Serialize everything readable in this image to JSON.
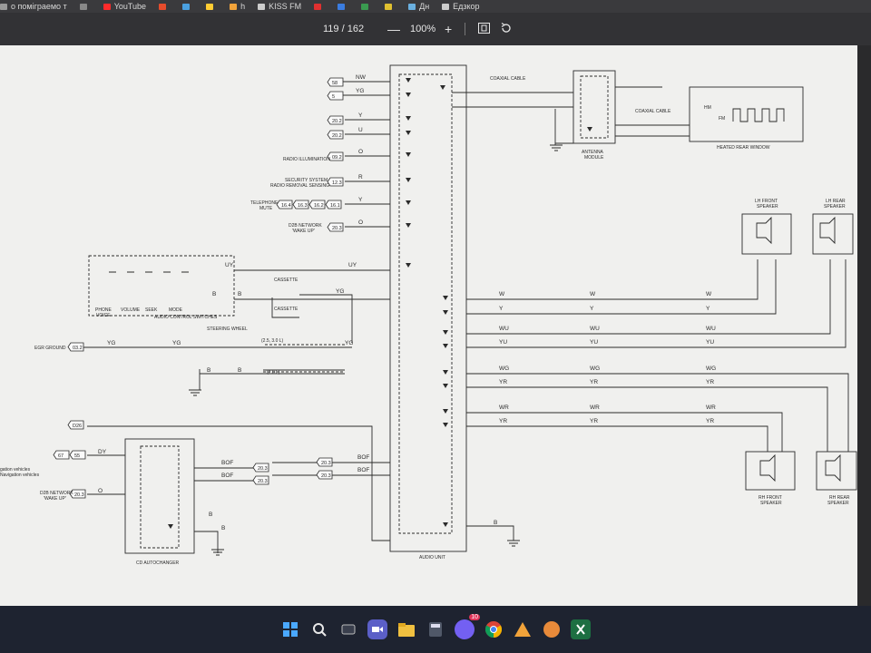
{
  "bookmarks": [
    {
      "label": "о поміграемо т",
      "color": "#9a9a9a"
    },
    {
      "label": "",
      "color": "#888888"
    },
    {
      "label": "YouTube",
      "color": "#ff2b2b"
    },
    {
      "label": "",
      "color": "#e64c2c"
    },
    {
      "label": "",
      "color": "#4aa0e0"
    },
    {
      "label": "",
      "color": "#ffcc33"
    },
    {
      "label": "h",
      "color": "#f2a33a"
    },
    {
      "label": "KISS FM",
      "color": "#cccccc"
    },
    {
      "label": "",
      "color": "#e03030"
    },
    {
      "label": "",
      "color": "#3a7ce0"
    },
    {
      "label": "",
      "color": "#3a9a50"
    },
    {
      "label": "",
      "color": "#e0c030"
    },
    {
      "label": "Дн",
      "color": "#6ab0e0"
    },
    {
      "label": "Eдзкop",
      "color": "#cccccc"
    }
  ],
  "viewer": {
    "page_current": "119",
    "page_sep": "/",
    "page_total": "162",
    "zoom": "100%",
    "minus": "—",
    "plus": "+"
  },
  "schematic": {
    "tags": [
      {
        "id": "t1",
        "text": "58"
      },
      {
        "id": "t2",
        "text": "5"
      },
      {
        "id": "t3",
        "text": "20.2"
      },
      {
        "id": "t4",
        "text": "20.2"
      },
      {
        "id": "t5",
        "text": "09.2"
      },
      {
        "id": "t6",
        "text": "12.3"
      },
      {
        "id": "t7",
        "text": "16.4"
      },
      {
        "id": "t8",
        "text": "16.3"
      },
      {
        "id": "t9",
        "text": "16.2"
      },
      {
        "id": "t10",
        "text": "16.1"
      },
      {
        "id": "t11",
        "text": "20.3"
      },
      {
        "id": "t12",
        "text": "03.2"
      },
      {
        "id": "t13",
        "text": "D26"
      },
      {
        "id": "t14",
        "text": "67"
      },
      {
        "id": "t15",
        "text": "55"
      },
      {
        "id": "t16",
        "text": "20.3"
      },
      {
        "id": "t17",
        "text": "20.3"
      },
      {
        "id": "t18",
        "text": "20.3"
      },
      {
        "id": "t19",
        "text": "20.3"
      },
      {
        "id": "t20",
        "text": "20.3"
      }
    ],
    "wires": [
      {
        "id": "w1",
        "text": "NW"
      },
      {
        "id": "w2",
        "text": "YG"
      },
      {
        "id": "w3",
        "text": "Y"
      },
      {
        "id": "w4",
        "text": "U"
      },
      {
        "id": "w5",
        "text": "O"
      },
      {
        "id": "w6",
        "text": "R"
      },
      {
        "id": "w7",
        "text": "Y"
      },
      {
        "id": "w8",
        "text": "O"
      },
      {
        "id": "w9",
        "text": "UY"
      },
      {
        "id": "w10",
        "text": "UY"
      },
      {
        "id": "w11",
        "text": "B"
      },
      {
        "id": "w12",
        "text": "B"
      },
      {
        "id": "w13",
        "text": "YG"
      },
      {
        "id": "w14",
        "text": "YG"
      },
      {
        "id": "w15",
        "text": "YG"
      },
      {
        "id": "w16",
        "text": "B"
      },
      {
        "id": "w17",
        "text": "B"
      },
      {
        "id": "w18",
        "text": "YG"
      },
      {
        "id": "s1",
        "text": "W"
      },
      {
        "id": "s2",
        "text": "W"
      },
      {
        "id": "s3",
        "text": "W"
      },
      {
        "id": "s4",
        "text": "Y"
      },
      {
        "id": "s5",
        "text": "Y"
      },
      {
        "id": "s6",
        "text": "Y"
      },
      {
        "id": "s7",
        "text": "WU"
      },
      {
        "id": "s8",
        "text": "WU"
      },
      {
        "id": "s9",
        "text": "WU"
      },
      {
        "id": "s10",
        "text": "YU"
      },
      {
        "id": "s11",
        "text": "YU"
      },
      {
        "id": "s12",
        "text": "YU"
      },
      {
        "id": "s13",
        "text": "WG"
      },
      {
        "id": "s14",
        "text": "WG"
      },
      {
        "id": "s15",
        "text": "WG"
      },
      {
        "id": "s16",
        "text": "YR"
      },
      {
        "id": "s17",
        "text": "YR"
      },
      {
        "id": "s18",
        "text": "YR"
      },
      {
        "id": "s19",
        "text": "WR"
      },
      {
        "id": "s20",
        "text": "WR"
      },
      {
        "id": "s21",
        "text": "WR"
      },
      {
        "id": "s22",
        "text": "YR"
      },
      {
        "id": "s23",
        "text": "YR"
      },
      {
        "id": "s24",
        "text": "YR"
      },
      {
        "id": "c1",
        "text": "DY"
      },
      {
        "id": "c2",
        "text": "O"
      },
      {
        "id": "c3",
        "text": "BOF"
      },
      {
        "id": "c4",
        "text": "BOF"
      },
      {
        "id": "c5",
        "text": "BOF"
      },
      {
        "id": "c6",
        "text": "BOF"
      },
      {
        "id": "c7",
        "text": "B"
      },
      {
        "id": "c8",
        "text": "B"
      },
      {
        "id": "c9",
        "text": "B"
      }
    ],
    "labels": [
      {
        "id": "l1",
        "text": "RADIO ILLUMINATION"
      },
      {
        "id": "l2",
        "text": "SECURITY SYSTEM"
      },
      {
        "id": "l3",
        "text": "RADIO REMOVAL SENSING"
      },
      {
        "id": "l4",
        "text": "TELEPHONE"
      },
      {
        "id": "l5",
        "text": "MUTE"
      },
      {
        "id": "l6",
        "text": "D2B NETWORK"
      },
      {
        "id": "l7",
        "text": "'WAKE UP'"
      },
      {
        "id": "l8",
        "text": "CASSETTE"
      },
      {
        "id": "l9",
        "text": "CASSETTE"
      },
      {
        "id": "l10",
        "text": "AUDIO CONTROL SWITCHES"
      },
      {
        "id": "l11",
        "text": "STEERING WHEEL"
      },
      {
        "id": "l12",
        "text": "EGR GROUND"
      },
      {
        "id": "l13",
        "text": "COAXIAL CABLE"
      },
      {
        "id": "l14",
        "text": "COAXIAL CABLE"
      },
      {
        "id": "l15",
        "text": "ANTENNA"
      },
      {
        "id": "l16",
        "text": "MODULE"
      },
      {
        "id": "l17",
        "text": "HEATED REAR WINDOW"
      },
      {
        "id": "l18",
        "text": "LH FRONT"
      },
      {
        "id": "l19",
        "text": "SPEAKER"
      },
      {
        "id": "l20",
        "text": "LH REAR"
      },
      {
        "id": "l21",
        "text": "SPEAKER"
      },
      {
        "id": "l22",
        "text": "RH FRONT"
      },
      {
        "id": "l23",
        "text": "SPEAKER"
      },
      {
        "id": "l24",
        "text": "RH REAR"
      },
      {
        "id": "l25",
        "text": "SPEAKER"
      },
      {
        "id": "l26",
        "text": "AUDIO UNIT"
      },
      {
        "id": "l27",
        "text": "CD AUTOCHANGER"
      },
      {
        "id": "l28",
        "text": "D2B NETWORK"
      },
      {
        "id": "l29",
        "text": "'WAKE UP'"
      },
      {
        "id": "l30",
        "text": "gation vehicles"
      },
      {
        "id": "l31",
        "text": "Navigation vehicles"
      },
      {
        "id": "l32",
        "text": "PHONE"
      },
      {
        "id": "l33",
        "text": "VOICE"
      },
      {
        "id": "l34",
        "text": "VOLUME"
      },
      {
        "id": "l35",
        "text": "SEEK"
      },
      {
        "id": "l36",
        "text": "MODE"
      },
      {
        "id": "l37",
        "text": "(2.5, 3.0 L)"
      },
      {
        "id": "l38",
        "text": "(2.0 L)"
      },
      {
        "id": "l39",
        "text": "HM"
      },
      {
        "id": "l40",
        "text": "FM"
      }
    ]
  },
  "taskbar": {
    "notification_badge": "10"
  }
}
